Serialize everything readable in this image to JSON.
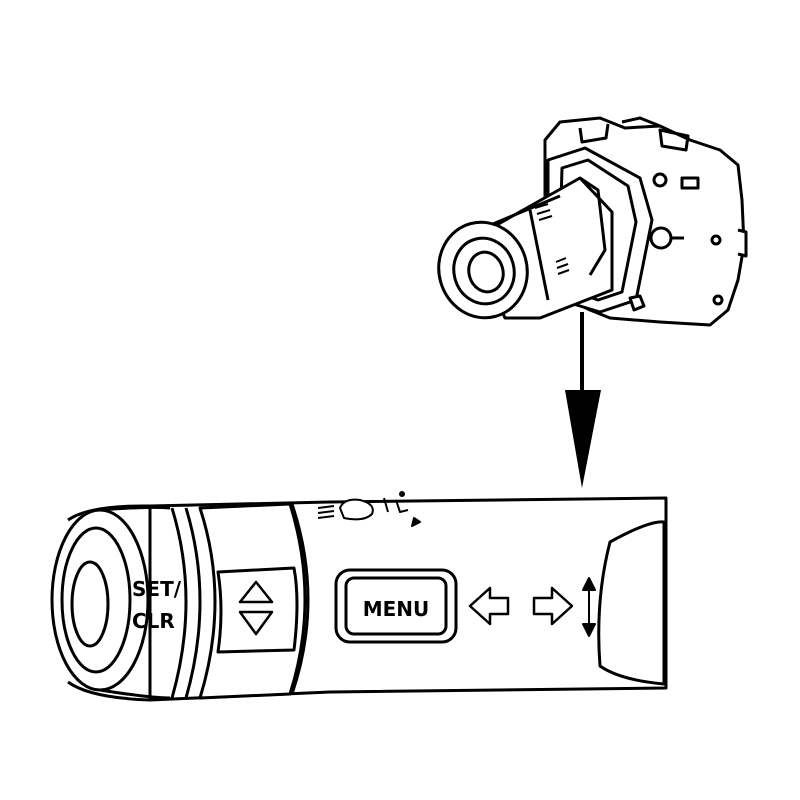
{
  "labels": {
    "set_line1": "SET/",
    "set_line2": "CLR",
    "menu": "MENU"
  },
  "icons": {
    "up_down": "up-down-triangle-icon",
    "left": "left-arrow-icon",
    "right": "right-arrow-icon",
    "vertical_double": "vertical-double-arrow-icon",
    "lamp": "headlamp-icon",
    "wash": "washer-icon"
  },
  "colors": {
    "line": "#000000",
    "background": "#ffffff"
  }
}
